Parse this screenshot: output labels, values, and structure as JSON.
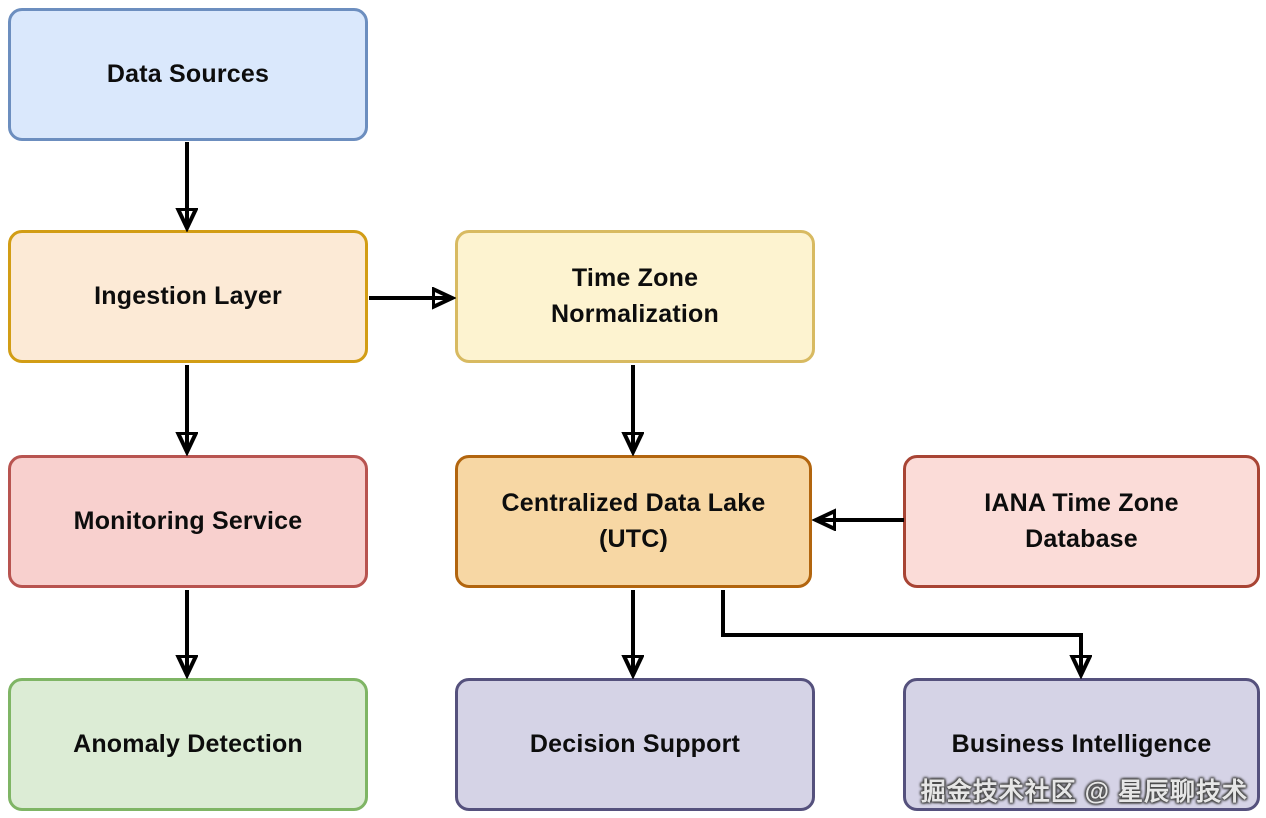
{
  "diagram": {
    "background_color": "#ffffff",
    "edge_color": "#000000",
    "text_color": "#0d0d0d",
    "watermark": "掘金技术社区 @ 星辰聊技术",
    "nodes": [
      {
        "id": "data-sources",
        "label": "Data Sources",
        "fill": "#dae8fc",
        "stroke": "#6c8ebf"
      },
      {
        "id": "ingestion-layer",
        "label": "Ingestion Layer",
        "fill": "#fcead6",
        "stroke": "#d29d15"
      },
      {
        "id": "time-zone-normalization",
        "label": "Time Zone\nNormalization",
        "fill": "#fdf3d0",
        "stroke": "#d8ba61"
      },
      {
        "id": "monitoring-service",
        "label": "Monitoring Service",
        "fill": "#f8d0ce",
        "stroke": "#b85450"
      },
      {
        "id": "centralized-data-lake",
        "label": "Centralized Data Lake\n(UTC)",
        "fill": "#f7d7a4",
        "stroke": "#b2650e"
      },
      {
        "id": "iana-time-zone-database",
        "label": "IANA Time Zone\nDatabase",
        "fill": "#fbdcd8",
        "stroke": "#a84434"
      },
      {
        "id": "anomaly-detection",
        "label": "Anomaly Detection",
        "fill": "#dcecd5",
        "stroke": "#7fb565"
      },
      {
        "id": "decision-support",
        "label": "Decision Support",
        "fill": "#d5d3e6",
        "stroke": "#55517d"
      },
      {
        "id": "business-intelligence",
        "label": "Business Intelligence",
        "fill": "#d5d3e6",
        "stroke": "#55517d"
      }
    ],
    "edges": [
      {
        "from": "data-sources",
        "to": "ingestion-layer"
      },
      {
        "from": "ingestion-layer",
        "to": "time-zone-normalization"
      },
      {
        "from": "ingestion-layer",
        "to": "monitoring-service"
      },
      {
        "from": "time-zone-normalization",
        "to": "centralized-data-lake"
      },
      {
        "from": "iana-time-zone-database",
        "to": "centralized-data-lake"
      },
      {
        "from": "monitoring-service",
        "to": "anomaly-detection"
      },
      {
        "from": "centralized-data-lake",
        "to": "decision-support"
      },
      {
        "from": "centralized-data-lake",
        "to": "business-intelligence"
      }
    ]
  }
}
